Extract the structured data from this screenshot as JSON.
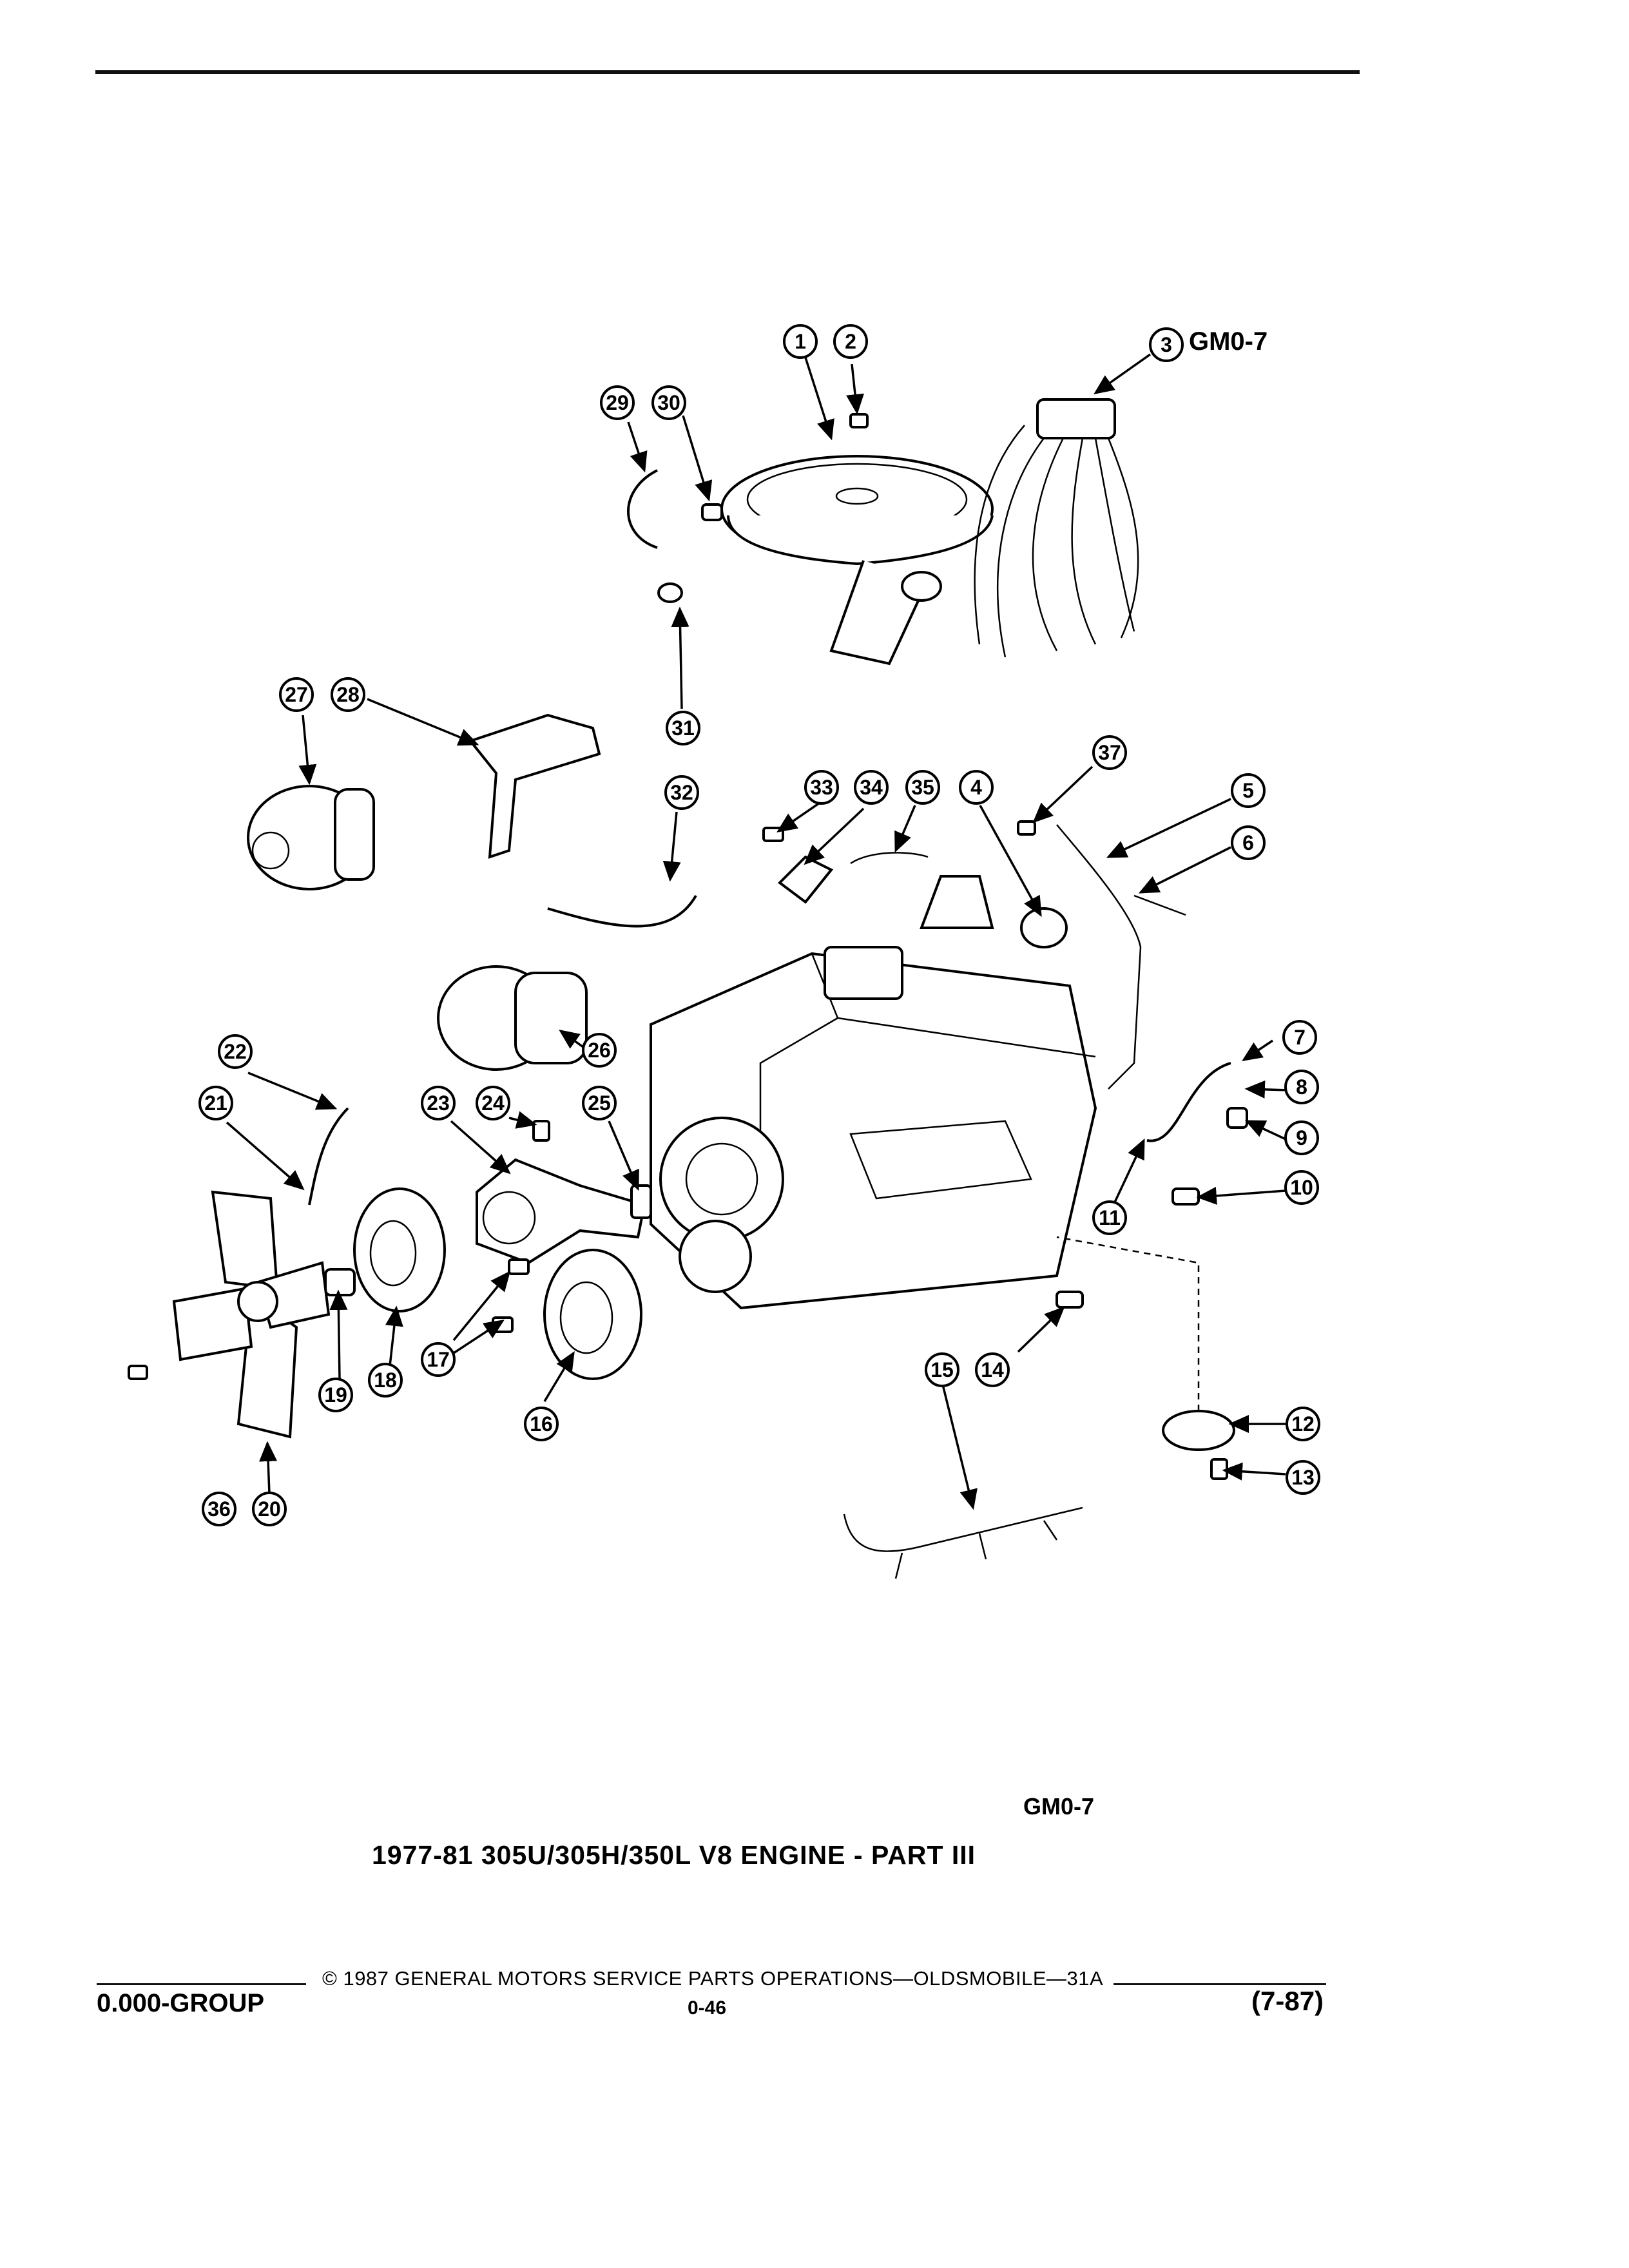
{
  "diagram_code": "GM0-7",
  "caption": "1977-81 305U/305H/350L V8 ENGINE - PART III",
  "footer": {
    "copyright": "© 1987 GENERAL MOTORS SERVICE PARTS OPERATIONS—OLDSMOBILE—31A",
    "group": "0.000-GROUP",
    "page": "0-46",
    "date_code": "(7-87)"
  },
  "callouts": [
    "1",
    "2",
    "3",
    "4",
    "5",
    "6",
    "7",
    "8",
    "9",
    "10",
    "11",
    "12",
    "13",
    "14",
    "15",
    "16",
    "17",
    "18",
    "19",
    "20",
    "21",
    "22",
    "23",
    "24",
    "25",
    "26",
    "27",
    "28",
    "29",
    "30",
    "31",
    "32",
    "33",
    "34",
    "35",
    "36",
    "37"
  ]
}
